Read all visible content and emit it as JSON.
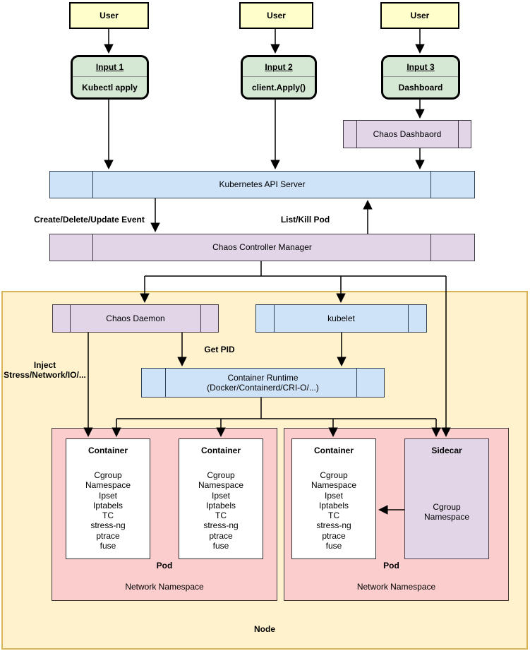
{
  "diagram": {
    "users": [
      {
        "label": "User"
      },
      {
        "label": "User"
      },
      {
        "label": "User"
      }
    ],
    "inputs": [
      {
        "title": "Input 1",
        "body": "Kubectl apply"
      },
      {
        "title": "Input 2",
        "body": "client.Apply()"
      },
      {
        "title": "Input 3",
        "body": "Dashboard"
      }
    ],
    "chaos_dashboard": {
      "label": "Chaos Dashbaord"
    },
    "api_server": {
      "label": "Kubernetes API Server"
    },
    "controller_manager": {
      "label": "Chaos Controller Manager"
    },
    "edge_labels": {
      "create_event": "Create/Delete/Update Event",
      "list_kill_pod": "List/Kill Pod",
      "get_pid": "Get PID",
      "inject": "Inject\nStress/Network/IO/..."
    },
    "node": {
      "label": "Node",
      "chaos_daemon": {
        "label": "Chaos Daemon"
      },
      "kubelet": {
        "label": "kubelet"
      },
      "container_runtime": {
        "label": "Container Runtime\n(Docker/Containerd/CRI-O/...)"
      },
      "pods": [
        {
          "pod_label": "Pod",
          "namespace_label": "Network Namespace",
          "containers": [
            {
              "title": "Container",
              "items": [
                "Cgroup",
                "Namespace",
                "Ipset",
                "Iptabels",
                "TC",
                "stress-ng",
                "ptrace",
                "fuse"
              ]
            },
            {
              "title": "Container",
              "items": [
                "Cgroup",
                "Namespace",
                "Ipset",
                "Iptabels",
                "TC",
                "stress-ng",
                "ptrace",
                "fuse"
              ]
            }
          ]
        },
        {
          "pod_label": "Pod",
          "namespace_label": "Network Namespace",
          "containers": [
            {
              "title": "Container",
              "items": [
                "Cgroup",
                "Namespace",
                "Ipset",
                "Iptabels",
                "TC",
                "stress-ng",
                "ptrace",
                "fuse"
              ]
            }
          ],
          "sidecar": {
            "title": "Sidecar",
            "items": [
              "Cgroup",
              "Namespace"
            ]
          }
        }
      ]
    },
    "colors": {
      "user_fill": "#FFFFCC",
      "input_fill": "#D5E8D4",
      "purple_fill": "#E1D5E7",
      "blue_fill": "#CEE2F8",
      "node_fill": "#FFF2CC",
      "node_border": "#D6B656",
      "pod_fill": "#FBCDCC",
      "arrow": "#000000"
    }
  }
}
